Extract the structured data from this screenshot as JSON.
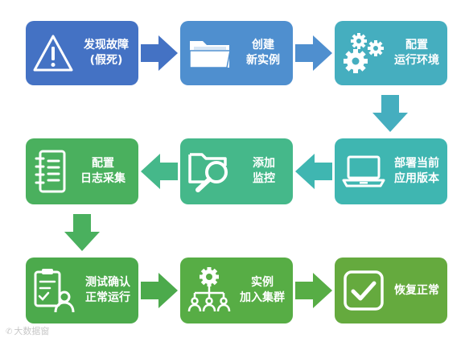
{
  "steps": [
    {
      "id": "detect-failure",
      "lines": [
        "发现故障",
        "(假死)"
      ],
      "color": "#4472c4",
      "icon": "warning-triangle-icon"
    },
    {
      "id": "create-instance",
      "lines": [
        "创建",
        "新实例"
      ],
      "color": "#4f8fcf",
      "icon": "folder-icon"
    },
    {
      "id": "configure-env",
      "lines": [
        "配置",
        "运行环境"
      ],
      "color": "#45aebf",
      "icon": "gears-icon"
    },
    {
      "id": "deploy-version",
      "lines": [
        "部署当前",
        "应用版本"
      ],
      "color": "#3fb6b1",
      "icon": "laptop-icon"
    },
    {
      "id": "add-monitoring",
      "lines": [
        "添加",
        "监控"
      ],
      "color": "#45b88a",
      "icon": "folder-search-icon"
    },
    {
      "id": "configure-logs",
      "lines": [
        "配置",
        "日志采集"
      ],
      "color": "#4ab05e",
      "icon": "notebook-icon"
    },
    {
      "id": "test-confirm",
      "lines": [
        "测试确认",
        "正常运行"
      ],
      "color": "#4caa4c",
      "icon": "user-checklist-icon"
    },
    {
      "id": "join-cluster",
      "lines": [
        "实例",
        "加入集群"
      ],
      "color": "#57ad45",
      "icon": "cluster-tree-icon"
    },
    {
      "id": "restore-normal",
      "lines": [
        "恢复正常"
      ],
      "color": "#65aa3e",
      "icon": "check-box-icon"
    }
  ],
  "arrows": [
    {
      "from": "detect-failure",
      "to": "create-instance",
      "direction": "right",
      "color": "#4472c4"
    },
    {
      "from": "create-instance",
      "to": "configure-env",
      "direction": "right",
      "color": "#4f8fcf"
    },
    {
      "from": "configure-env",
      "to": "deploy-version",
      "direction": "down",
      "color": "#45aebf"
    },
    {
      "from": "deploy-version",
      "to": "add-monitoring",
      "direction": "left",
      "color": "#3fb6b1"
    },
    {
      "from": "add-monitoring",
      "to": "configure-logs",
      "direction": "left",
      "color": "#45b88a"
    },
    {
      "from": "configure-logs",
      "to": "test-confirm",
      "direction": "down",
      "color": "#4ab05e"
    },
    {
      "from": "test-confirm",
      "to": "join-cluster",
      "direction": "right",
      "color": "#4caa4c"
    },
    {
      "from": "join-cluster",
      "to": "restore-normal",
      "direction": "right",
      "color": "#57ad45"
    }
  ],
  "watermark": {
    "text": "大数据窗"
  }
}
